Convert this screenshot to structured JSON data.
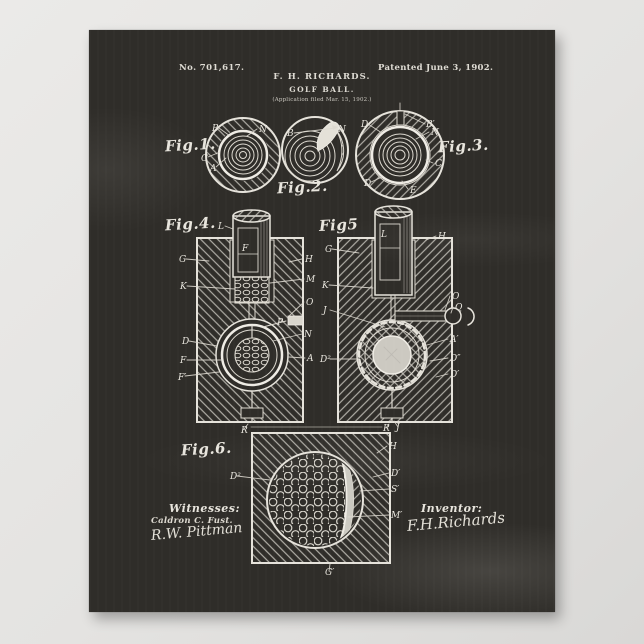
{
  "poster": {
    "header": {
      "patent_no": "No. 701,617.",
      "inventor_name": "F. H. RICHARDS.",
      "title": "GOLF BALL.",
      "application_note": "(Application filed Mar. 15, 1902.)",
      "patented_date": "Patented June 3, 1902."
    },
    "figures": {
      "fig1": {
        "label": "Fig.1.",
        "letters": [
          "B",
          "N",
          "C",
          "A"
        ]
      },
      "fig2": {
        "label": "Fig.2.",
        "letters": [
          "B",
          "N"
        ]
      },
      "fig3": {
        "label": "Fig.3.",
        "letters": [
          "D",
          "B′",
          "N",
          "C",
          "D",
          "E"
        ]
      },
      "fig4": {
        "label": "Fig.4.",
        "letters": [
          "L",
          "F",
          "G",
          "H",
          "M",
          "K",
          "O",
          "P",
          "D",
          "N",
          "F",
          "A",
          "F′",
          "R"
        ]
      },
      "fig5": {
        "label": "Fig5",
        "letters": [
          "L",
          "G",
          "H",
          "K",
          "J",
          "O",
          "Q",
          "D²",
          "A′",
          "D″",
          "D′",
          "R",
          "J"
        ]
      },
      "fig6": {
        "label": "Fig.6.",
        "letters": [
          "H",
          "D²",
          "D′",
          "S′",
          "M′",
          "G′"
        ]
      }
    },
    "signatures": {
      "witnesses_heading": "Witnesses:",
      "witness_1": "Caldron C. Fust.",
      "witness_2": "R.W. Pittman",
      "inventor_heading": "Inventor:",
      "inventor_signature": "F.H.Richards"
    },
    "colors": {
      "wall": "#e4e3e1",
      "board": "#2f2d29",
      "chalk": "#ddd9d0",
      "chalk_bright": "#efece5"
    }
  }
}
